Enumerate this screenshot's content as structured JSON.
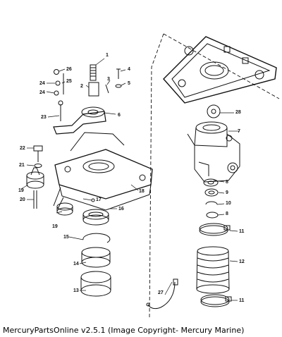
{
  "caption": "MercuryPartsOnline v2.5.1 (Image Copyright- Mercury Marine)",
  "callouts": [
    "1",
    "2",
    "3",
    "4",
    "5",
    "6",
    "7",
    "8",
    "9",
    "10",
    "11",
    "12",
    "13",
    "14",
    "15",
    "16",
    "17",
    "18",
    "19",
    "20",
    "21",
    "22",
    "23",
    "24",
    "25",
    "26",
    "27",
    "28"
  ],
  "parts": [
    {
      "id": "1",
      "label": "1"
    },
    {
      "id": "2",
      "label": "2"
    },
    {
      "id": "3",
      "label": "3"
    },
    {
      "id": "4",
      "label": "4"
    },
    {
      "id": "5",
      "label": "5"
    },
    {
      "id": "6",
      "label": "6"
    },
    {
      "id": "7",
      "label": "7"
    },
    {
      "id": "8a",
      "label": "8"
    },
    {
      "id": "8b",
      "label": "8"
    },
    {
      "id": "9",
      "label": "9"
    },
    {
      "id": "10",
      "label": "10"
    },
    {
      "id": "11a",
      "label": "11"
    },
    {
      "id": "11b",
      "label": "11"
    },
    {
      "id": "12",
      "label": "12"
    },
    {
      "id": "13",
      "label": "13"
    },
    {
      "id": "14",
      "label": "14"
    },
    {
      "id": "15",
      "label": "15"
    },
    {
      "id": "16",
      "label": "16"
    },
    {
      "id": "17",
      "label": "17"
    },
    {
      "id": "18",
      "label": "18"
    },
    {
      "id": "19a",
      "label": "19"
    },
    {
      "id": "19b",
      "label": "19"
    },
    {
      "id": "20",
      "label": "20"
    },
    {
      "id": "21",
      "label": "21"
    },
    {
      "id": "22",
      "label": "22"
    },
    {
      "id": "23",
      "label": "23"
    },
    {
      "id": "24a",
      "label": "24"
    },
    {
      "id": "24b",
      "label": "24"
    },
    {
      "id": "25",
      "label": "25"
    },
    {
      "id": "26",
      "label": "26"
    },
    {
      "id": "27",
      "label": "27"
    },
    {
      "id": "28",
      "label": "28"
    }
  ]
}
